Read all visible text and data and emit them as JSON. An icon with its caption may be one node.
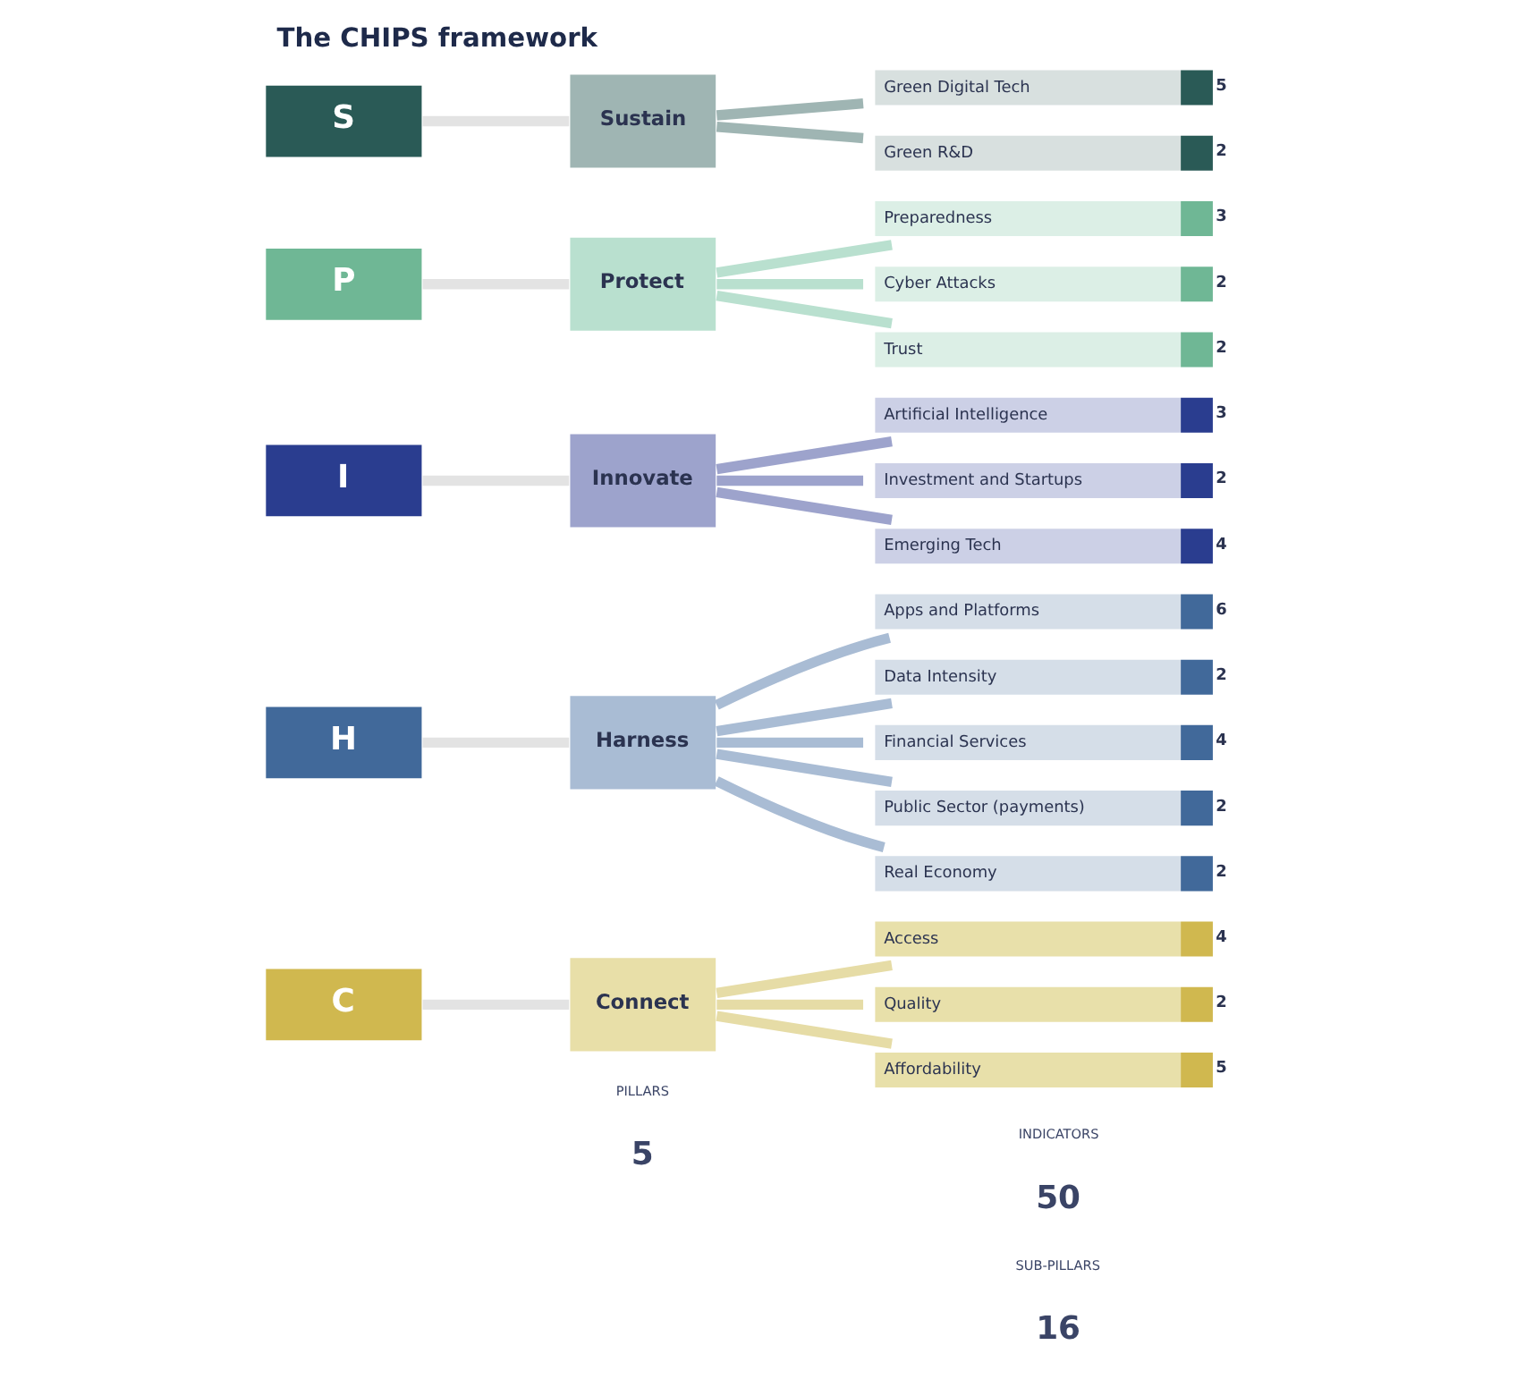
{
  "diagram": {
    "title": "The CHIPS framework",
    "nodes": [
      {
        "text": [
          "C"
        ]
      },
      {
        "text": [
          "H"
        ]
      },
      {
        "text": [
          "I"
        ]
      },
      {
        "text": [
          "P"
        ]
      },
      {
        "text": [
          "S"
        ]
      },
      {
        "text": [
          "Connect"
        ]
      },
      {
        "text": [
          "Harness"
        ]
      },
      {
        "text": [
          "Innovate"
        ]
      },
      {
        "text": [
          "Protect"
        ]
      },
      {
        "text": [
          "Sustain"
        ]
      },
      {
        "text": [
          "Access"
        ],
        "beside": [
          "4"
        ]
      },
      {
        "text": [
          "Quality"
        ],
        "beside": [
          "2"
        ]
      },
      {
        "text": [
          "Affordability"
        ],
        "beside": [
          "5"
        ]
      },
      {
        "text": [
          "Apps and Platforms"
        ],
        "beside": [
          "6"
        ]
      },
      {
        "text": [
          "Data Intensity"
        ],
        "beside": [
          "2"
        ]
      },
      {
        "text": [
          "Financial Services"
        ],
        "beside": [
          "4"
        ]
      },
      {
        "text": [
          "Public Sector (payments)"
        ],
        "beside": [
          "2"
        ]
      },
      {
        "text": [
          "Real Economy"
        ],
        "beside": [
          "2"
        ]
      },
      {
        "text": [
          "Artificial Intelligence"
        ],
        "beside": [
          "3"
        ]
      },
      {
        "text": [
          "Investment and Startups"
        ],
        "beside": [
          "2"
        ]
      },
      {
        "text": [
          "Emerging Tech"
        ],
        "beside": [
          "4"
        ]
      },
      {
        "text": [
          "Preparedness"
        ],
        "beside": [
          "3"
        ]
      },
      {
        "text": [
          "Cyber Attacks"
        ],
        "beside": [
          "2"
        ]
      },
      {
        "text": [
          "Trust"
        ],
        "beside": [
          "2"
        ]
      },
      {
        "text": [
          "Green Digital Tech"
        ],
        "beside": [
          "5"
        ]
      },
      {
        "text": [
          "Green R&D"
        ],
        "beside": [
          "2"
        ]
      }
    ],
    "edges": [
      {
        "from": 0,
        "to": 5,
        "arrow": "none",
        "color": "#e3e3e3"
      },
      {
        "from": 1,
        "to": 6,
        "arrow": "none",
        "color": "#e3e3e3"
      },
      {
        "from": 2,
        "to": 7,
        "arrow": "none",
        "color": "#e3e3e3"
      },
      {
        "from": 3,
        "to": 8,
        "arrow": "none",
        "color": "#e3e3e3"
      },
      {
        "from": 4,
        "to": 9,
        "arrow": "none",
        "color": "#e3e3e3"
      },
      {
        "from": 5,
        "to": 10,
        "arrow": "none",
        "color": "#e6dca6"
      },
      {
        "from": 5,
        "to": 11,
        "arrow": "none",
        "color": "#e6dca6"
      },
      {
        "from": 5,
        "to": 12,
        "arrow": "none",
        "color": "#e6dca6"
      },
      {
        "from": 6,
        "to": 13,
        "arrow": "none",
        "color": "#a9bcd4"
      },
      {
        "from": 6,
        "to": 14,
        "arrow": "none",
        "color": "#a9bcd4"
      },
      {
        "from": 6,
        "to": 15,
        "arrow": "none",
        "color": "#a9bcd4"
      },
      {
        "from": 6,
        "to": 16,
        "arrow": "none",
        "color": "#a9bcd4"
      },
      {
        "from": 6,
        "to": 17,
        "arrow": "none",
        "color": "#a9bcd4"
      },
      {
        "from": 7,
        "to": 18,
        "arrow": "none",
        "color": "#9da3cc"
      },
      {
        "from": 7,
        "to": 19,
        "arrow": "none",
        "color": "#9da3cc"
      },
      {
        "from": 7,
        "to": 20,
        "arrow": "none",
        "color": "#9da3cc"
      },
      {
        "from": 8,
        "to": 21,
        "arrow": "none",
        "color": "#b9e0cf"
      },
      {
        "from": 8,
        "to": 22,
        "arrow": "none",
        "color": "#b9e0cf"
      },
      {
        "from": 8,
        "to": 23,
        "arrow": "none",
        "color": "#b9e0cf"
      },
      {
        "from": 9,
        "to": 24,
        "arrow": "none",
        "color": "#9fb5b3"
      },
      {
        "from": 9,
        "to": 25,
        "arrow": "none",
        "color": "#9fb5b3"
      }
    ],
    "labels": [
      "16",
      "SUB-PILLARS",
      "50",
      "INDICATORS",
      "5",
      "PILLARS"
    ]
  }
}
